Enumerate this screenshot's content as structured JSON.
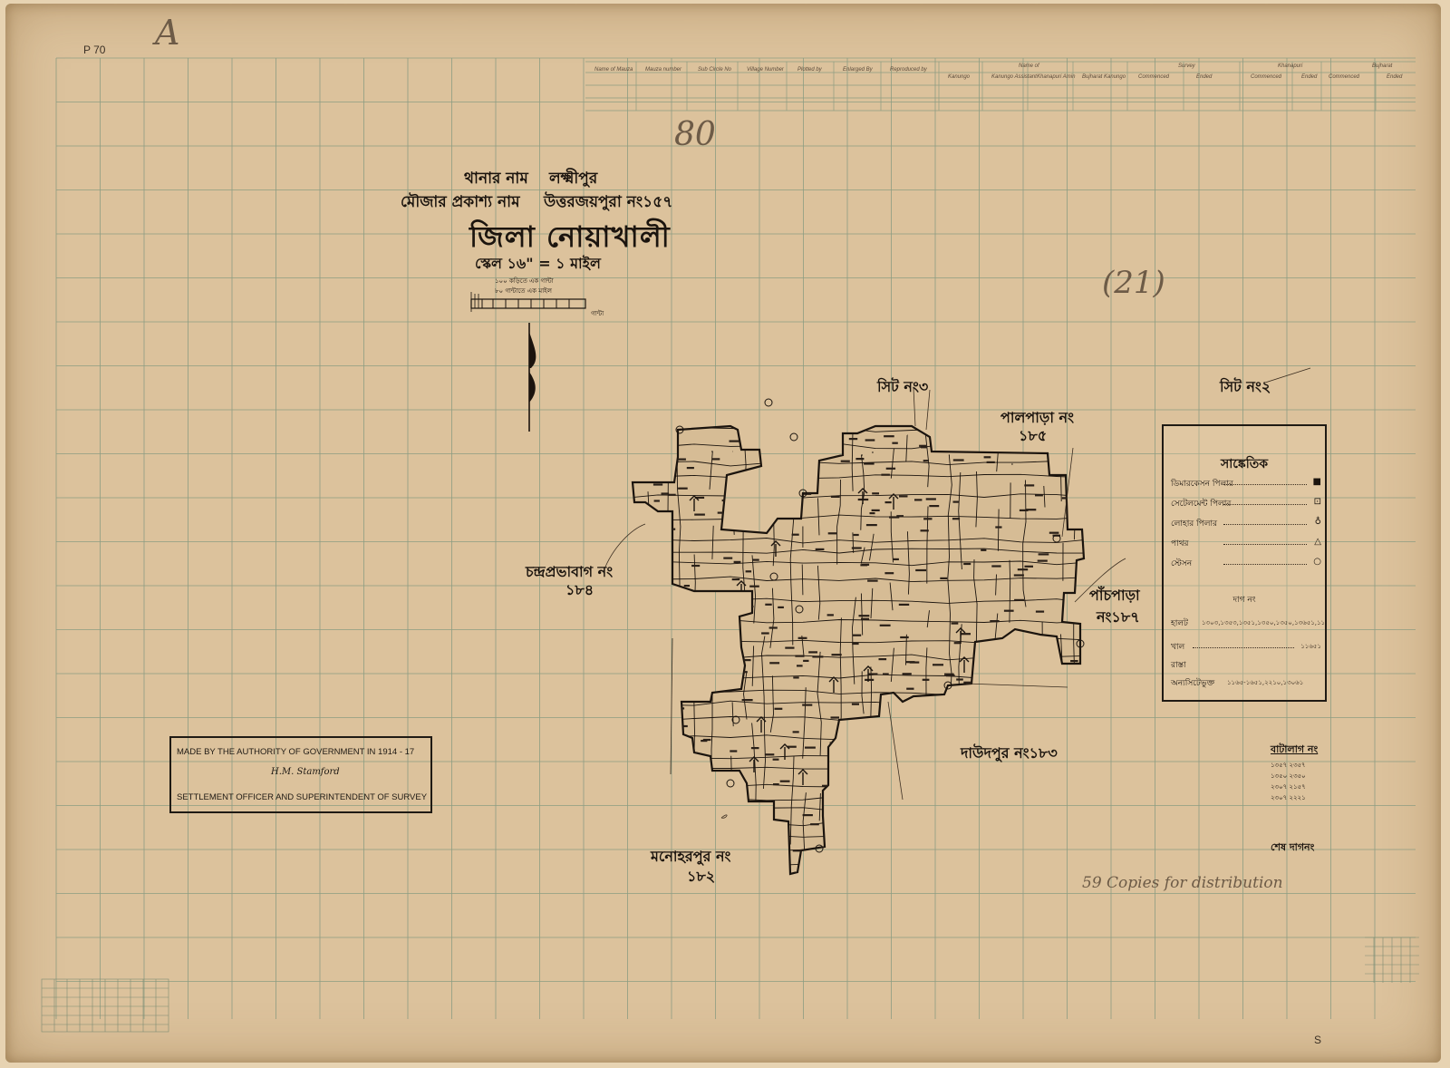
{
  "plate_number": "P 70",
  "pencil_marks": {
    "top_left": "A",
    "circled_number": "80",
    "circled_number_2": "(21)",
    "distribution_note": "59 Copies for distribution"
  },
  "header_table": {
    "columns": [
      "Name of Mauza",
      "Mauza number",
      "Sub Circle No",
      "Village Number",
      "Plotted by",
      "Enlarged By",
      "Reproduced by"
    ],
    "name_of_group": "Name of",
    "name_of_subcols": [
      "Kanungo",
      "Kanungo Assistant",
      "Khanapuri Amin",
      "Bujharat Kanungo"
    ],
    "survey_group": "Survey",
    "survey_subcols": [
      "Commenced",
      "Ended"
    ],
    "khanapuri_group": "Khanapuri",
    "khanapuri_subcols": [
      "Commenced",
      "Ended"
    ],
    "bujharat_group": "Bujharat",
    "bujharat_subcols": [
      "Commenced",
      "Ended"
    ]
  },
  "title": {
    "thana_label": "থানার নাম",
    "thana_value": "লক্ষ্মীপুর",
    "mauza_label": "মৌজার প্রকাশ্য নাম",
    "mauza_value": "উত্তরজয়পুরা নং১৫৭",
    "district": "জিলা নোয়াখালী",
    "scale": "স্কেল ১৬\" = ১ মাইল"
  },
  "scale_bar": {
    "line1": "১০০ কড়িতে এক গান্টা",
    "line2": "৮০ গান্টাতে এক মাইল",
    "unit": "গান্টা"
  },
  "neighbors": {
    "north": "সিট নং৩",
    "north_east_1": "পালপাড়া নং",
    "north_east_2": "১৮৫",
    "west_1": "চন্দ্রপ্রভাবাগ নং",
    "west_2": "১৮৪",
    "east_1": "পাঁচপাড়া",
    "east_2": "নং১৮৭",
    "south_east": "দাউদপুর নং১৮৩",
    "south_1": "মনোহরপুর নং",
    "south_2": "১৮২",
    "sheet_2": "সিট নং২"
  },
  "authority_box": {
    "line1": "MADE BY THE AUTHORITY OF GOVERNMENT IN 1914 - 17",
    "signature": "H.M. Stamford",
    "line2": "SETTLEMENT OFFICER AND SUPERINTENDENT OF SURVEY"
  },
  "legend": {
    "title": "সাঙ্কেতিক",
    "items": [
      {
        "name": "ডিমারকেসন পিলার",
        "symbol": "■"
      },
      {
        "name": "সেটেলমেন্ট পিলার",
        "symbol": "⊡"
      },
      {
        "name": "লোহার পিলার",
        "symbol": "♁"
      },
      {
        "name": "পাথর",
        "symbol": "△"
      },
      {
        "name": "স্টেসন",
        "symbol": "○"
      }
    ],
    "dag_header": "দাগ নং",
    "rows": [
      {
        "name": "হালট",
        "nums": "১৩০৩,১৩৫৩,১৩৫১,১৩৫০,১৩৫০,১৩৬৫১,১১"
      },
      {
        "name": "খাল",
        "nums": "১১৬৫১"
      },
      {
        "name": "রাস্তা",
        "nums": ""
      },
      {
        "name": "অন্যসিটেভুক্ত",
        "nums": "১১৬৫-১৬৫১,২২১০,১৩০৬১"
      }
    ]
  },
  "bottom_right": {
    "batalag": "বাটালাগ নং",
    "batalag_values": [
      "১৩৫৭ ২৩৫৭",
      "১৩৫০ ২৩৫০",
      "২৩০৭ ২১৫৭",
      "২৩০৭ ২২২১"
    ],
    "shesh_dag": "শেষ দাগনং",
    "corner_mark": "S"
  },
  "colors": {
    "paper": "#dcc29c",
    "grid_line": "#8a9a7e",
    "ink": "#1b140e"
  }
}
